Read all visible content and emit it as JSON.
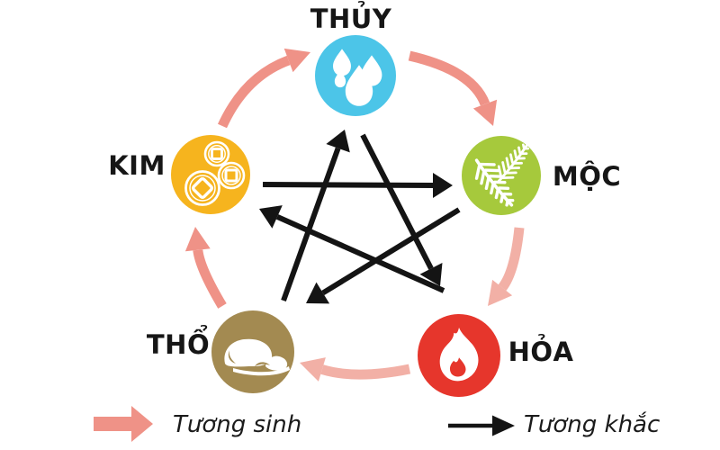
{
  "elements": [
    {
      "id": "thuy",
      "label": "THỦY",
      "color": "#4cc5e8",
      "icon": "water-drops-icon"
    },
    {
      "id": "moc",
      "label": "MỘC",
      "color": "#a6c93c",
      "icon": "fern-leaves-icon"
    },
    {
      "id": "hoa",
      "label": "HỎA",
      "color": "#e6362c",
      "icon": "flame-icon"
    },
    {
      "id": "tho",
      "label": "THỔ",
      "color": "#a38a51",
      "icon": "earth-mound-icon"
    },
    {
      "id": "kim",
      "label": "KIM",
      "color": "#f6b41e",
      "icon": "coins-icon"
    }
  ],
  "cycles": {
    "sinh": {
      "label": "Tương sinh",
      "color": "#ef9287",
      "color_light": "#f2b0a6",
      "arrows": [
        {
          "from": "KIM",
          "to": "THỦY"
        },
        {
          "from": "THỦY",
          "to": "MỘC"
        },
        {
          "from": "MỘC",
          "to": "HỎA"
        },
        {
          "from": "HỎA",
          "to": "THỔ"
        },
        {
          "from": "THỔ",
          "to": "KIM"
        }
      ]
    },
    "khac": {
      "label": "Tương khắc",
      "color": "#141414",
      "arrows": [
        {
          "from": "KIM",
          "to": "MỘC"
        },
        {
          "from": "THỦY",
          "to": "HỎA"
        },
        {
          "from": "MỘC",
          "to": "THỔ"
        },
        {
          "from": "HỎA",
          "to": "KIM"
        },
        {
          "from": "THỔ",
          "to": "THỦY"
        }
      ]
    }
  }
}
